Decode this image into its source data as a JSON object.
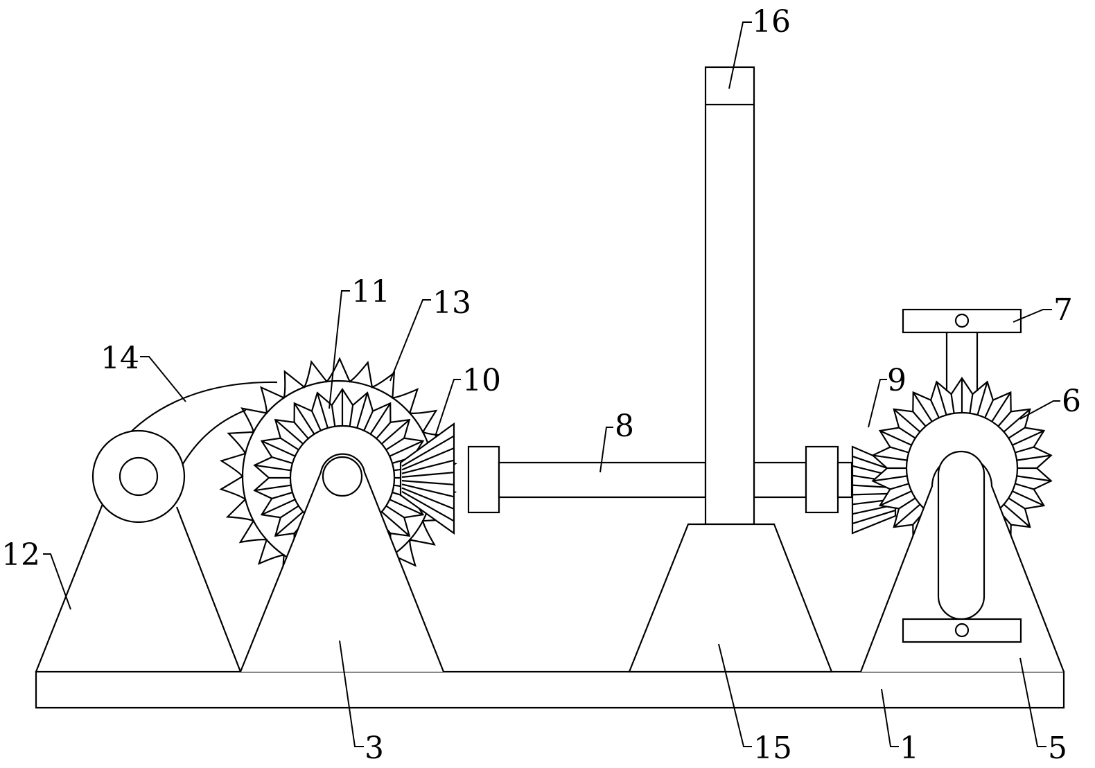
{
  "colors": {
    "line": "#000000",
    "background": "#ffffff"
  },
  "labels": {
    "l1": "1",
    "l3": "3",
    "l5": "5",
    "l6": "6",
    "l7": "7",
    "l8": "8",
    "l9": "9",
    "l10": "10",
    "l11": "11",
    "l12": "12",
    "l13": "13",
    "l14": "14",
    "l15": "15",
    "l16": "16"
  }
}
